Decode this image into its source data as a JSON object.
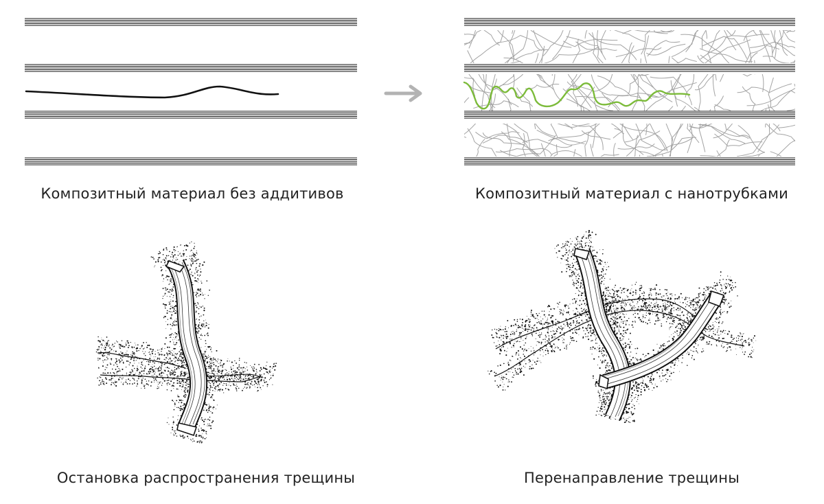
{
  "colors": {
    "ink": "#111111",
    "crack_green": "#7cbb3a",
    "network_gray": "#a3a3a3",
    "arrow_gray": "#b3b3b3",
    "caption_text": "#222222"
  },
  "panels": [
    {
      "id": "composite-plain",
      "caption": "Композитный материал без аддитивов"
    },
    {
      "id": "composite-nanotubes",
      "caption": "Композитный материал с нанотрубками"
    },
    {
      "id": "crack-arrest",
      "caption": "Остановка распространения трещины"
    },
    {
      "id": "crack-deflection",
      "caption": "Перенаправление трещины"
    }
  ],
  "icons": {
    "transition": "arrow-right-icon"
  }
}
